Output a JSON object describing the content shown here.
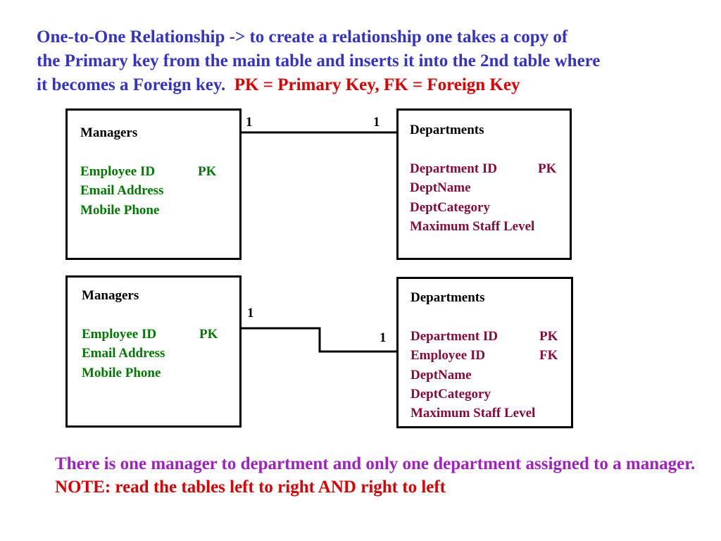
{
  "heading": {
    "line1": "One-to-One Relationship -> to create a relationship one takes a copy of",
    "line2": "the Primary key from the main table and inserts it into the 2nd table where",
    "line3_a": "it becomes a Foreign key.",
    "line3_b": "PK = Primary Key, FK = Foreign Key"
  },
  "diagram1": {
    "left": {
      "title": "Managers",
      "fields": [
        {
          "name": "Employee ID",
          "key": "PK"
        },
        {
          "name": "Email Address",
          "key": ""
        },
        {
          "name": "Mobile Phone",
          "key": ""
        }
      ]
    },
    "right": {
      "title": "Departments",
      "fields": [
        {
          "name": "Department ID",
          "key": "PK"
        },
        {
          "name": "DeptName",
          "key": ""
        },
        {
          "name": "DeptCategory",
          "key": ""
        },
        {
          "name": "Maximum Staff Level",
          "key": ""
        }
      ]
    },
    "card_left": "1",
    "card_right": "1"
  },
  "diagram2": {
    "left": {
      "title": "Managers",
      "fields": [
        {
          "name": "Employee ID",
          "key": "PK"
        },
        {
          "name": "Email Address",
          "key": ""
        },
        {
          "name": "Mobile Phone",
          "key": ""
        }
      ]
    },
    "right": {
      "title": "Departments",
      "fields": [
        {
          "name": "Department ID",
          "key": "PK"
        },
        {
          "name": "Employee ID",
          "key": "FK"
        },
        {
          "name": "DeptName",
          "key": ""
        },
        {
          "name": "DeptCategory",
          "key": ""
        },
        {
          "name": "Maximum Staff Level",
          "key": ""
        }
      ]
    },
    "card_left": "1",
    "card_right": "1"
  },
  "footer": {
    "text_a": "There is one manager to department and only one department assigned to a manager.",
    "text_b": "NOTE: read the tables left to right AND right to left"
  }
}
